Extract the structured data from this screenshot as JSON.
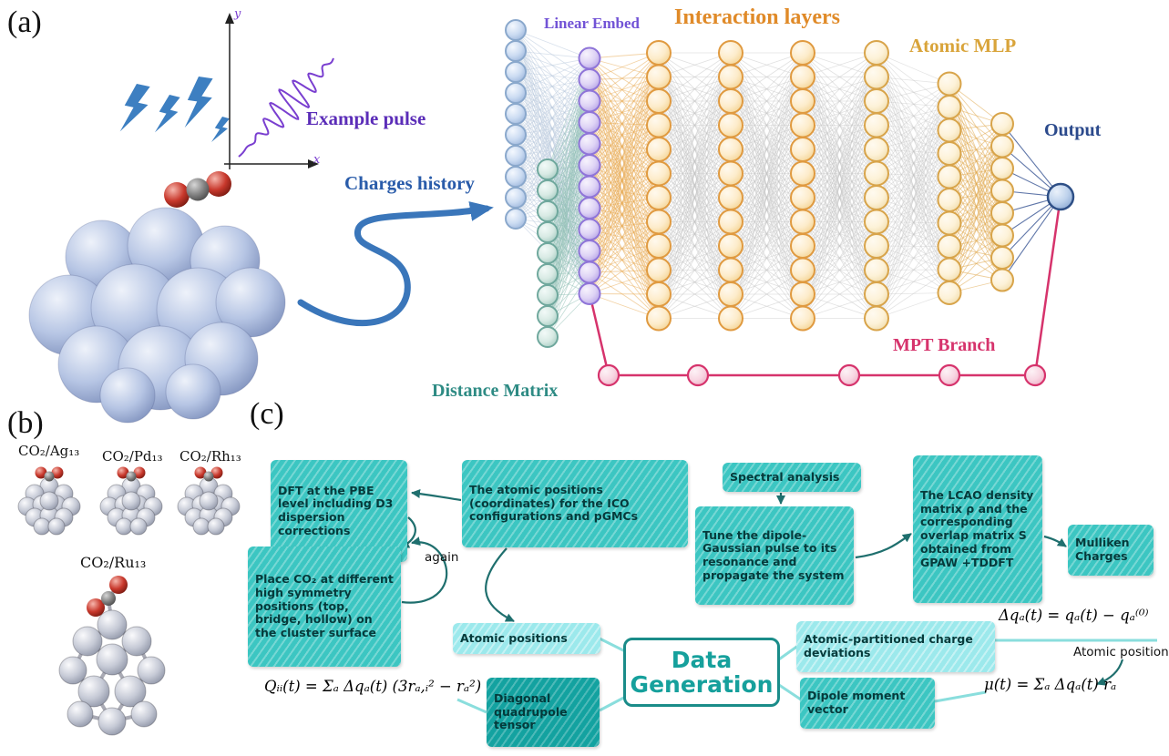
{
  "figure": {
    "panel_a": {
      "label": "(a)",
      "axis": {
        "x": "x",
        "y": "y"
      },
      "labels": {
        "example_pulse": "Example pulse",
        "charges_history": "Charges history",
        "linear_embed": "Linear Embed",
        "interaction_layers": "Interaction layers",
        "atomic_mlp": "Atomic MLP",
        "output": "Output",
        "mpt_branch": "MPT Branch",
        "distance_matrix": "Distance Matrix"
      },
      "colors": {
        "example_pulse": "#5b2db8",
        "charges_history": "#2a5caa",
        "linear_embed": "#7253d6",
        "interaction_layers": "#e08a28",
        "atomic_mlp": "#d9a43a",
        "output": "#2b4a8c",
        "mpt_branch": "#d6336c",
        "distance_matrix": "#2e8b84"
      }
    },
    "panel_b": {
      "label": "(b)",
      "clusters": [
        {
          "label": "CO₂/Ag₁₃"
        },
        {
          "label": "CO₂/Pd₁₃"
        },
        {
          "label": "CO₂/Rh₁₃"
        },
        {
          "label": "CO₂/Ru₁₃"
        }
      ]
    },
    "panel_c": {
      "label": "(c)",
      "boxes": {
        "dft": "DFT at the PBE level including D3 dispersion corrections",
        "coordinates": "The atomic positions (coordinates) for the ICO configurations and pGMCs",
        "spectral": "Spectral analysis",
        "tune_pulse": "Tune the dipole-Gaussian pulse to its resonance and propagate the system",
        "lcao": "The LCAO density matrix ρ and the corresponding overlap matrix S obtained from GPAW +TDDFT",
        "mulliken": "Mulliken Charges",
        "place_co2": "Place CO₂ at different high symmetry positions (top, bridge, hollow) on the cluster surface",
        "atomic_positions": "Atomic positions",
        "data_generation": "Data Generation",
        "charge_deviations": "Atomic-partitioned charge deviations",
        "quadrupole": "Diagonal quadrupole tensor",
        "dipole": "Dipole moment vector"
      },
      "annotations": {
        "again": "again",
        "atomic_positions_note": "Atomic positions"
      },
      "formulas": {
        "quadrupole": "Qᵢᵢ(t) = Σₐ Δqₐ(t) (3rₐ,ᵢ² − rₐ²)",
        "charge_deviation": "Δqₐ(t) = qₐ(t) − qₐ⁽⁰⁾",
        "dipole_moment": "μ(t) = Σₐ Δqₐ(t) rₐ"
      }
    }
  }
}
